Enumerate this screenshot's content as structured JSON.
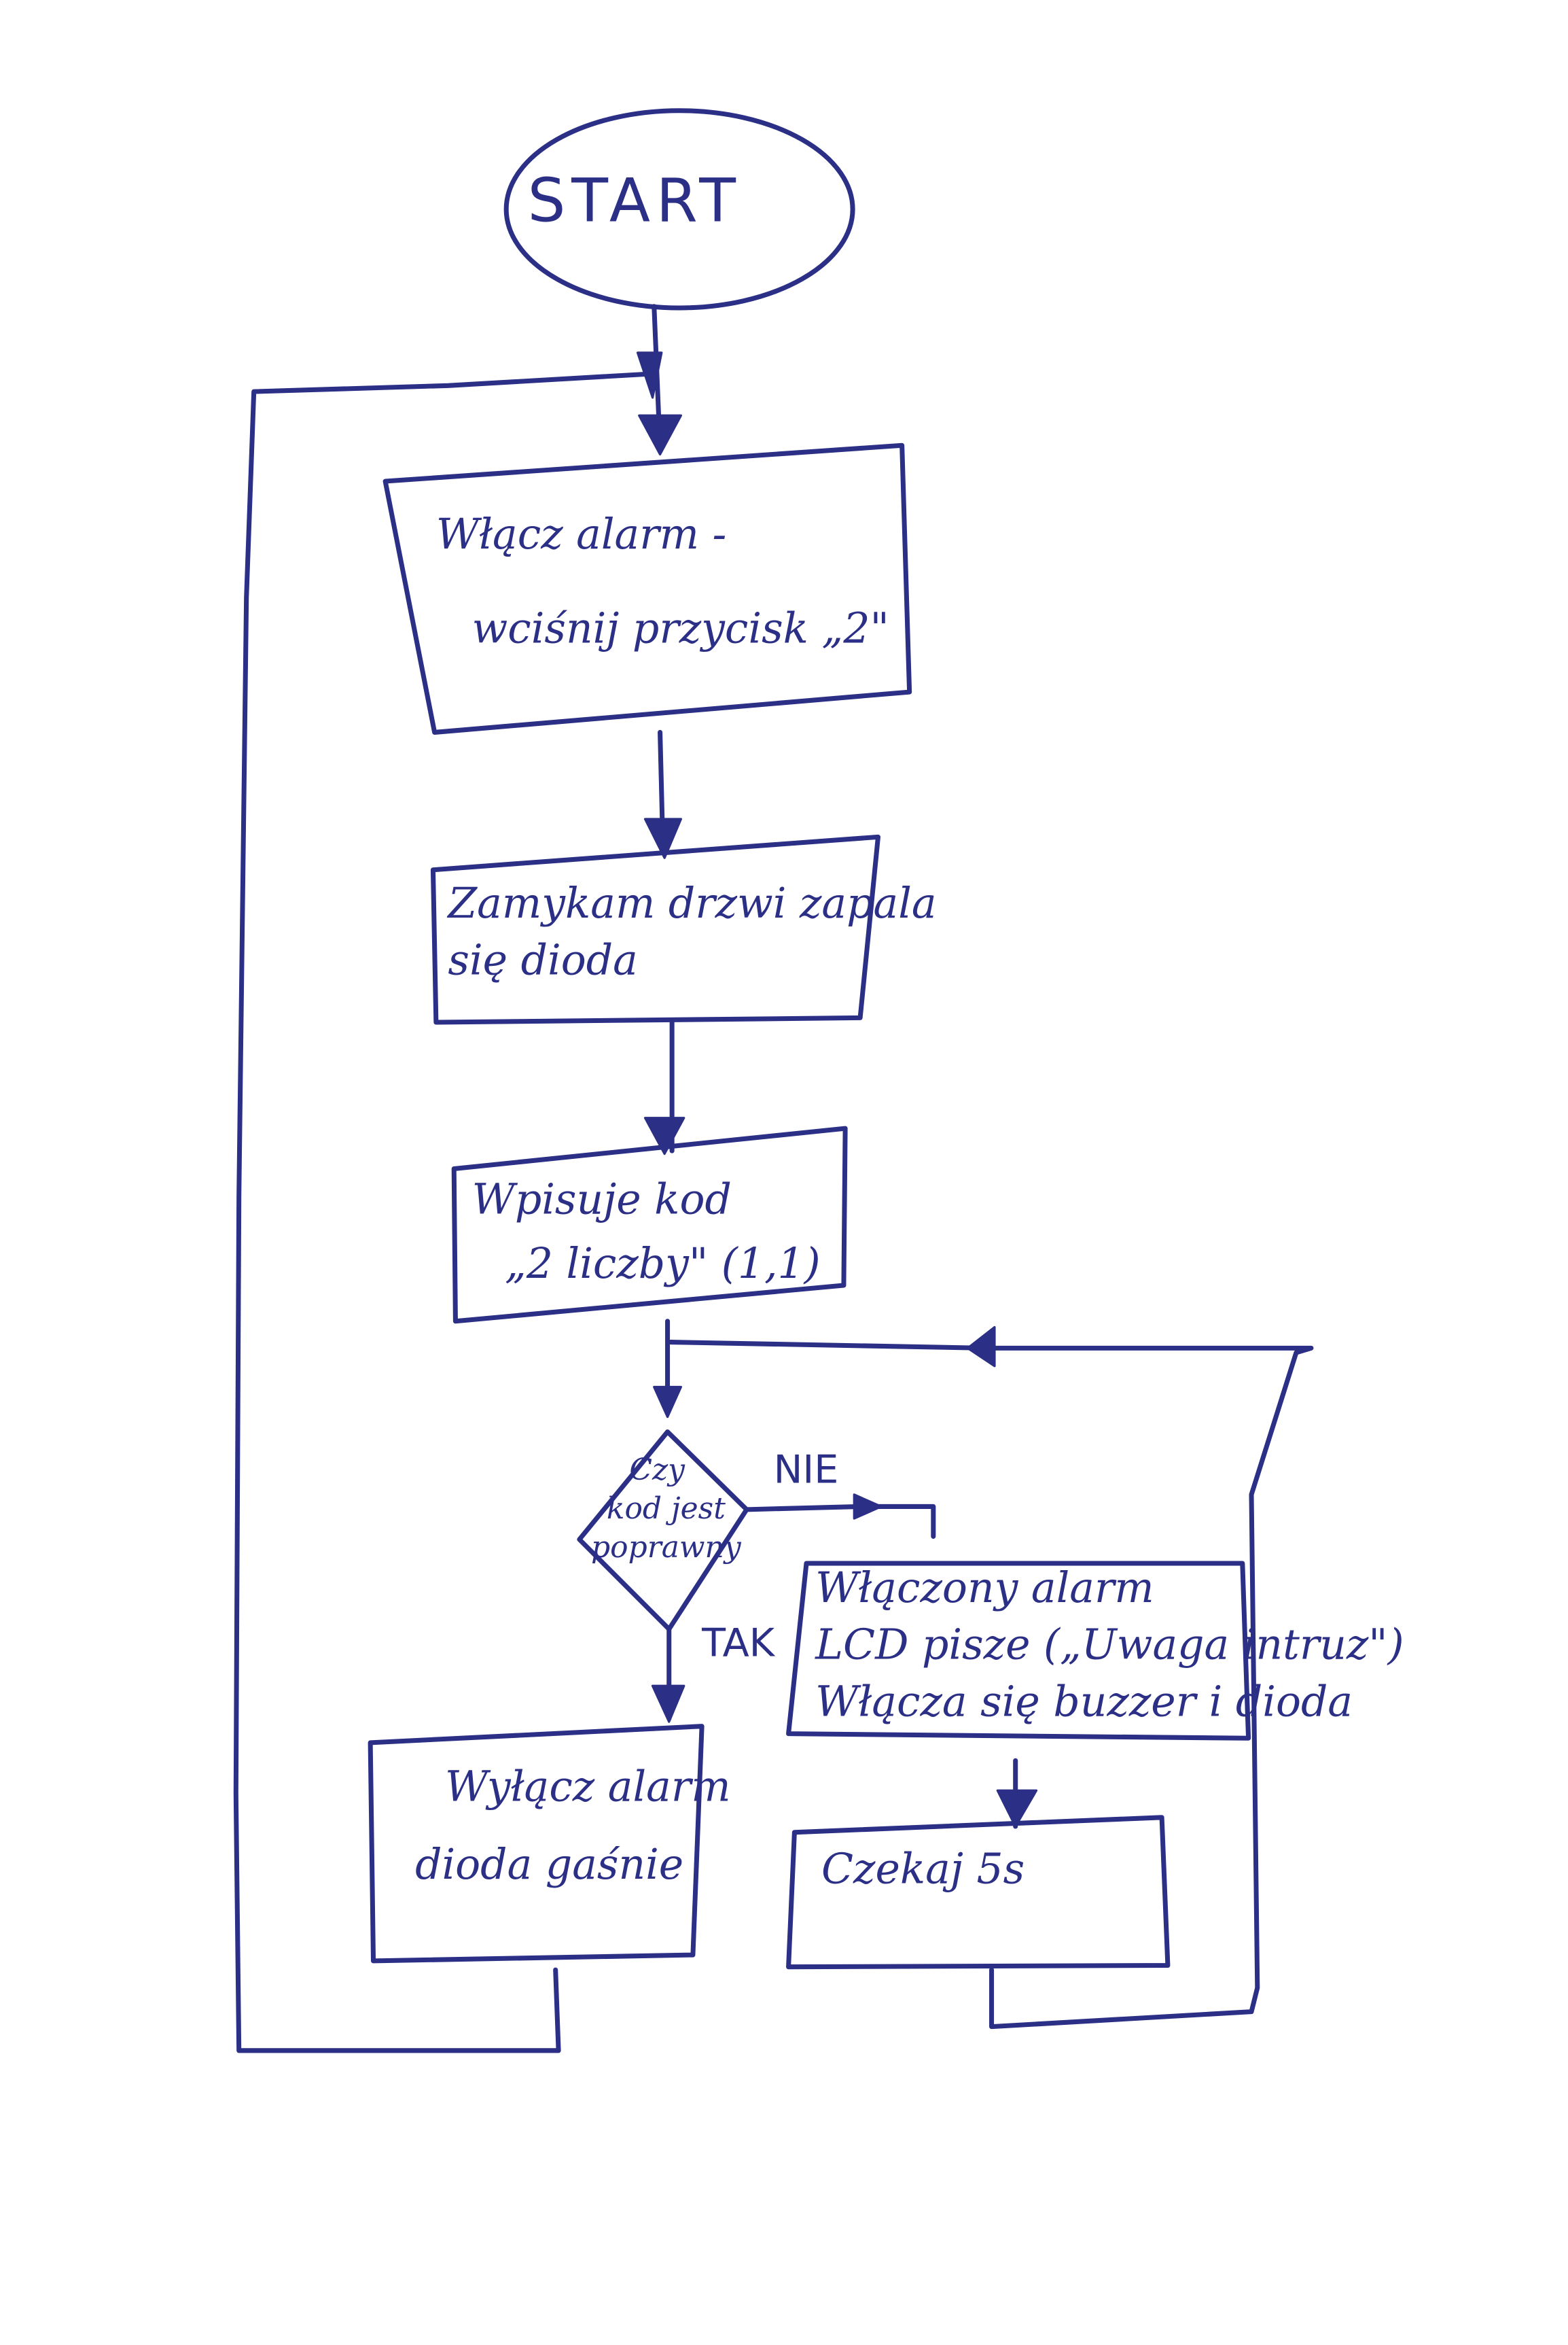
{
  "diagram": {
    "start": "START",
    "step1": {
      "line1": "Włącz alarm -",
      "line2": "wciśnij przycisk „2\""
    },
    "step2": {
      "line1": "Zamykam drzwi zapala",
      "line2": "się dioda"
    },
    "step3": {
      "line1": "Wpisuje kod",
      "line2": "„2 liczby\" (1,1)"
    },
    "decision": {
      "line1": "Czy",
      "line2": "kod jest",
      "line3": "poprawny"
    },
    "branch_no": "NIE",
    "branch_yes": "TAK",
    "alarm_box": {
      "line1": "Włączony alarm",
      "line2": "LCD pisze („Uwaga intruz\")",
      "line3": "Włącza się buzzer i dioda"
    },
    "wait_box": {
      "line1": "Czekaj 5s"
    },
    "off_box": {
      "line1": "Wyłącz alarm",
      "line2": "dioda gaśnie"
    }
  }
}
